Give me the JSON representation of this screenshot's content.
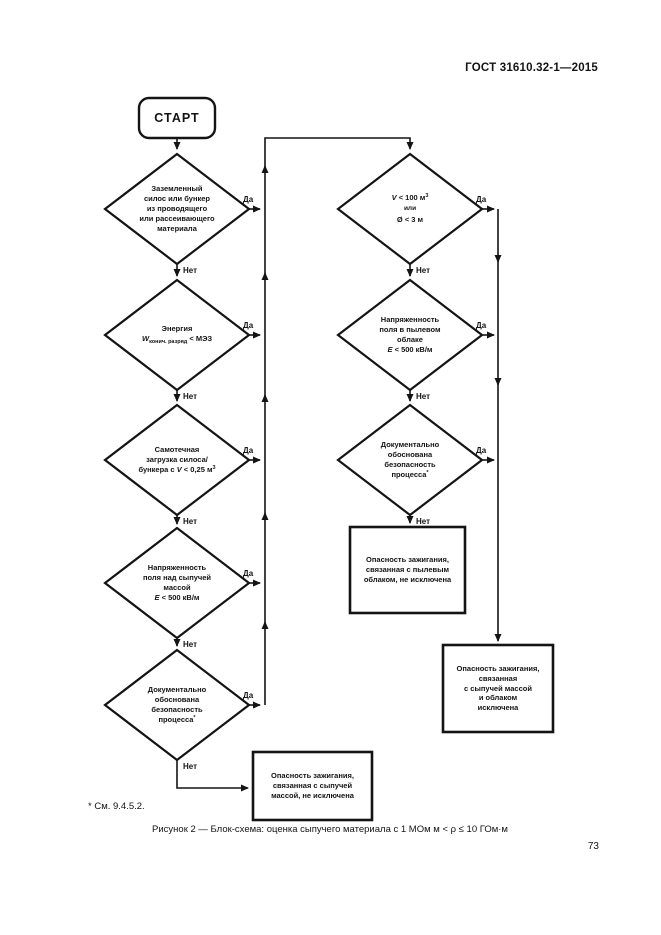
{
  "doc": {
    "header": "ГОСТ 31610.32-1—2015",
    "footnote": "* См. 9.4.5.2.",
    "caption": "Рисунок 2 — Блок-схема: оценка сыпучего материала с 1 МОм м < ρ ≤ 10 ГОм·м",
    "page_number": "73"
  },
  "labels": {
    "start": "СТАРТ",
    "yes": "Да",
    "no": "Нет"
  },
  "flow": {
    "d1": {
      "text": "Заземленный\nсилос или бункер\nиз проводящего\nили рассеивающего\nматериала"
    },
    "d2": {
      "l1": "Энергия",
      "var": "W",
      "sub": "конич. разряд",
      "rest": " < МЭЗ"
    },
    "d3": {
      "head": "Самотечная\nзагрузка силоса/",
      "pre": "бункера с ",
      "var": "V",
      "rest": " < 0,25 м",
      "sup": "3"
    },
    "d4": {
      "head": "Напряженность\nполя над сыпучей\nмассой",
      "var": "E",
      "rest": " < 500 кВ/м"
    },
    "d5": {
      "head": "Документально\nобоснована\nбезопасность",
      "base": "процесса",
      "sup": "*"
    },
    "r1": {
      "var": "V",
      "rest": " < 100 м",
      "sup": "3",
      "mid": "или",
      "l3": "Ø < 3 м"
    },
    "r2": {
      "head": "Напряженность\nполя в пылевом\nоблаке",
      "var": "E",
      "rest": " < 500 кВ/м"
    },
    "r3": {
      "head": "Документально\nобоснована\nбезопасность",
      "base": "процесса",
      "sup": "*"
    },
    "box_dust": "Опасность зажигания,\nсвязанная с пылевым\nоблаком, не исключена",
    "box_excluded": "Опасность зажигания,\nсвязанная\nс сыпучей массой\nи облаком\nисключена",
    "box_bulk": "Опасность зажигания,\nсвязанная с сыпучей\nмассой, не исключена"
  }
}
